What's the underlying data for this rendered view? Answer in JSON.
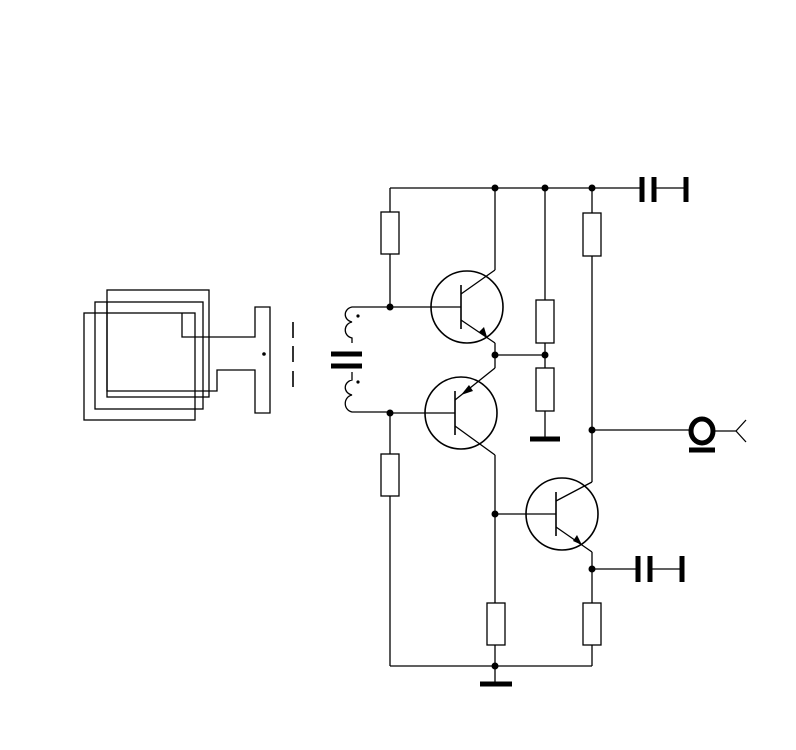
{
  "diagram": {
    "colors": {
      "line": "#000000",
      "background": "#ffffff"
    },
    "components": {
      "transducer": "transducer",
      "inductor": "inductor-coil",
      "coupling_capacitor": "capacitor",
      "transistors": [
        "transistor-q1",
        "transistor-q2",
        "transistor-q3"
      ],
      "resistors": [
        "r1",
        "r2",
        "r3",
        "r4",
        "r5",
        "r6",
        "r7"
      ],
      "capacitors": [
        "supply-capacitor",
        "emitter-capacitor"
      ],
      "output_probe": "output-probe",
      "grounds": [
        "ground-mid",
        "ground-bottom"
      ]
    }
  }
}
